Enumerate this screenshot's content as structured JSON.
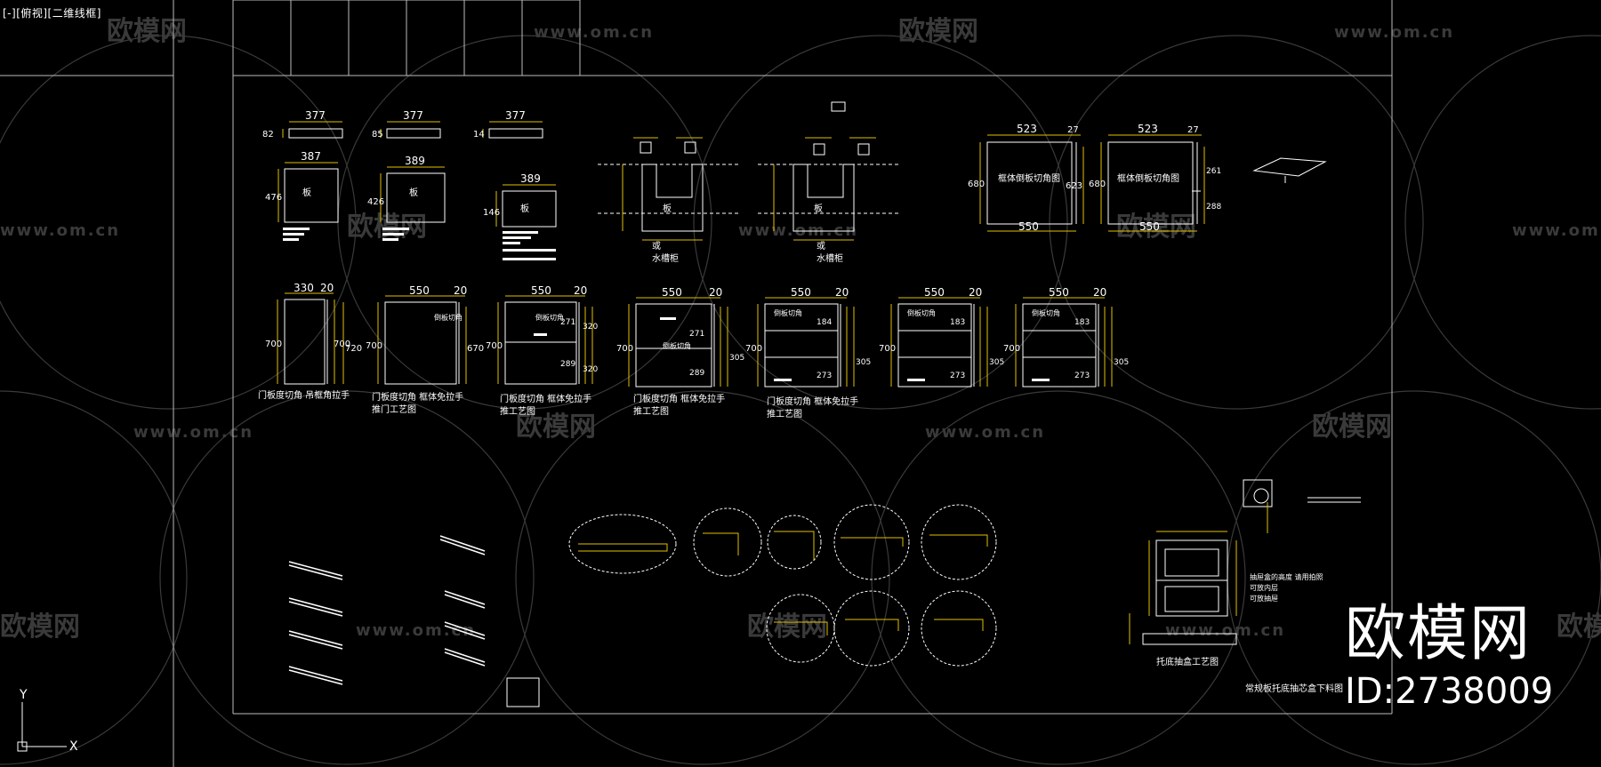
{
  "viewport": {
    "label": "[-][俯视][二维线框]"
  },
  "brand": {
    "name": "欧模网",
    "id": "ID:2738009"
  },
  "watermark": {
    "logo": "欧模网",
    "url": "www.om.cn"
  },
  "ucs": {
    "x": "X",
    "y": "Y"
  },
  "dims": {
    "top1": "377",
    "top2": "377",
    "top3": "377",
    "s1": "82",
    "s2": "85",
    "s3": "14",
    "b1": "387",
    "b2": "389",
    "b3": "389",
    "h1": "476",
    "h2": "426",
    "h3": "146",
    "lbl_ban": "板",
    "c1w": "330",
    "c1g": "20",
    "c1h": "700",
    "c1h2": "700",
    "c1h3": "720",
    "c2w": "550",
    "c2g": "20",
    "c2h": "700",
    "c2h2": "670",
    "c3w": "550",
    "c3g": "20",
    "c3h": "700",
    "c3a": "271",
    "c3b": "320",
    "c3c": "289",
    "c3d": "320",
    "c4w": "550",
    "c4g": "20",
    "c4h": "700",
    "c4a": "271",
    "c4b": "289",
    "c4c": "305",
    "c5w": "550",
    "c5g": "20",
    "c5h": "700",
    "c5a": "184",
    "c5b": "273",
    "c5c": "305",
    "c6w": "550",
    "c6g": "20",
    "c6h": "700",
    "c6a": "183",
    "c6b": "273",
    "c6c": "305",
    "c7w": "550",
    "c7g": "20",
    "c7h": "700",
    "c7a": "183",
    "c7b": "273",
    "c7c": "305",
    "r1w": "523",
    "r1g": "27",
    "r1h": "680",
    "r1b": "550",
    "r2w": "523",
    "r2g": "27",
    "r2h": "680",
    "r2a": "623",
    "r2b": "550",
    "r2c": "261",
    "r2d": "288"
  },
  "labels": {
    "huo": "或",
    "sink": "水槽柜",
    "corner": "框体倒板切角图",
    "t1": "门板度切角 吊框角拉手",
    "t2a": "门板度切角  框体免拉手",
    "t2b": "推门工艺图",
    "t3a": "门板度切角  框体免拉手",
    "t3b": "推工艺图",
    "t4a": "门板度切角  框体免拉手",
    "t4b": "推工艺图",
    "t5a": "门板度切角  框体免拉手",
    "t5b": "推工艺图",
    "inner": "倒板切角",
    "drawer": "托底抽盒工艺图",
    "regular": "常规板托底抽芯盒下料图",
    "note1": "抽屉盒的高度 请用拍照",
    "note2": "可放内层",
    "note3": "可放抽屉"
  }
}
